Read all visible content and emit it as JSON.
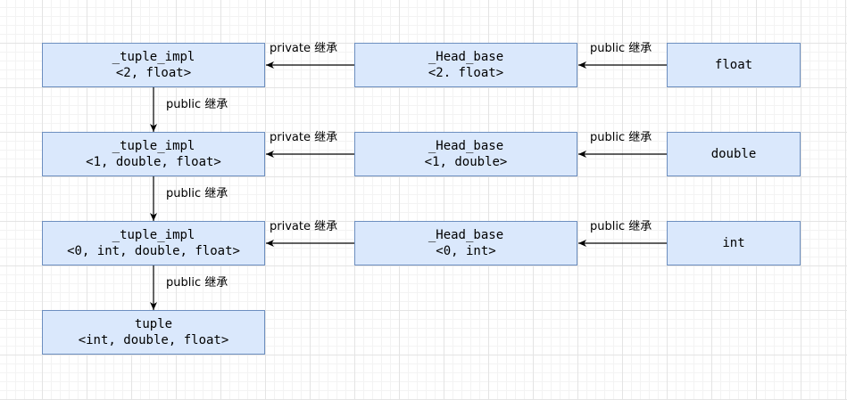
{
  "nodes": {
    "impl2": {
      "line1": "_tuple_impl",
      "line2": "<2, float>"
    },
    "head2": {
      "line1": "_Head_base",
      "line2": "<2. float>"
    },
    "float": {
      "line1": "float"
    },
    "impl1": {
      "line1": "_tuple_impl",
      "line2": "<1, double, float>"
    },
    "head1": {
      "line1": "_Head_base",
      "line2": "<1, double>"
    },
    "double": {
      "line1": "double"
    },
    "impl0": {
      "line1": "_tuple_impl",
      "line2": "<0, int, double, float>"
    },
    "head0": {
      "line1": "_Head_base",
      "line2": "<0, int>"
    },
    "int": {
      "line1": "int"
    },
    "tuple": {
      "line1": "tuple",
      "line2": "<int, double, float>"
    }
  },
  "edges": {
    "private_row1": "private 继承",
    "private_row2": "private 继承",
    "private_row3": "private 继承",
    "public_row1": "public 继承",
    "public_row2": "public 继承",
    "public_row3": "public 继承",
    "public_down1": "public 继承",
    "public_down2": "public 继承",
    "public_down3": "public 继承"
  },
  "colors": {
    "node_fill": "#dae8fc",
    "node_border": "#6c8ebf",
    "edge": "#000000"
  }
}
